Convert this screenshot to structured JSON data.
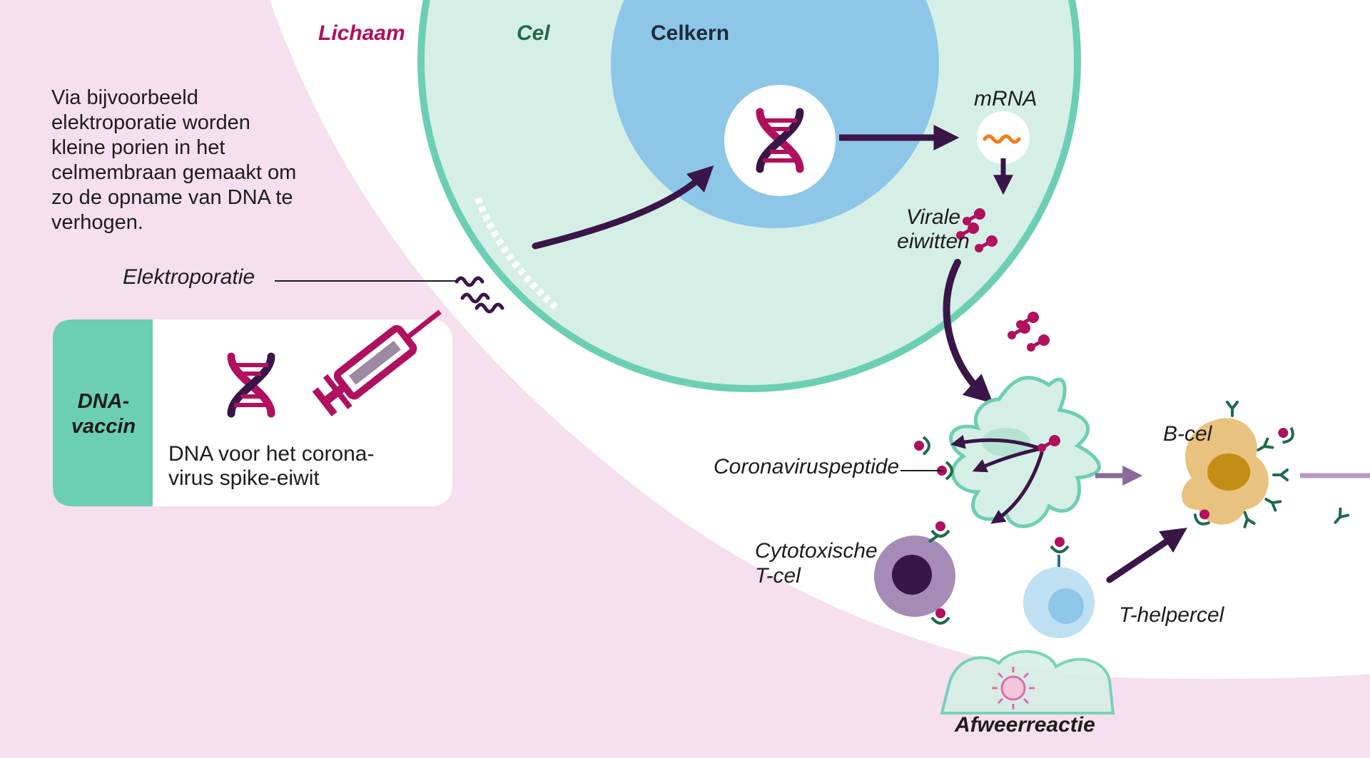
{
  "regions": {
    "body": "Lichaam",
    "cell": "Cel",
    "nucleus": "Celkern"
  },
  "intro_text": "Via bijvoorbeeld elektroporatie worden kleine porien in het celmembraan gemaakt om zo de opname van DNA te verhogen.",
  "labels": {
    "electroporation": "Elektroporatie",
    "mrna": "mRNA",
    "viral_proteins": "Virale eiwitten",
    "coronavirus_peptide": "Coronaviruspeptide",
    "b_cell": "B-cel",
    "cytotoxic_t_cell": "Cytotoxische T-cel",
    "t_helper_cell": "T-helpercel",
    "immune_response": "Afweerreactie"
  },
  "vaccine_box": {
    "title": "DNA-vaccin",
    "caption": "DNA voor het corona-virus spike-eiwit"
  },
  "colors": {
    "background_pink": "#f6dfee",
    "cell_green": "#d6efe6",
    "membrane_green": "#6ccfb3",
    "nucleus_blue": "#8ec6e8",
    "magenta": "#b0105e",
    "dark_purple": "#3a1548",
    "orange": "#f07d19",
    "b_cell_gold": "#e8c27e",
    "t_cell_purple": "#a58bb6",
    "t_helper_blue": "#bfe0f3"
  },
  "icons": [
    "dna-icon",
    "syringe-icon",
    "mrna-squiggle-icon",
    "spike-protein-icon",
    "dendritic-cell-icon",
    "b-cell-icon",
    "cytotoxic-t-cell-icon",
    "t-helper-cell-icon",
    "virus-icon",
    "antibody-icon"
  ]
}
